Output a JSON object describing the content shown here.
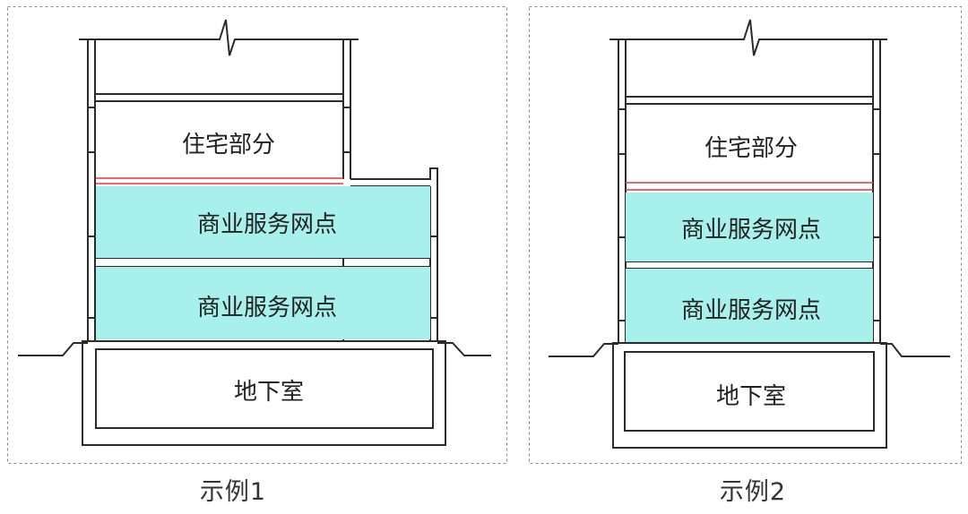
{
  "colors": {
    "wall": "#2b2b2b",
    "commercial_fill": "#a8f0ec",
    "fire_separation": "#e8373a",
    "frame": "#8a8a8a",
    "text": "#222222"
  },
  "diagrams": [
    {
      "labels": {
        "residential": "住宅部分",
        "commercial_upper": "商业服务网点",
        "commercial_lower": "商业服务网点",
        "basement": "地下室"
      },
      "caption": "示例1"
    },
    {
      "labels": {
        "residential": "住宅部分",
        "commercial_upper": "商业服务网点",
        "commercial_lower": "商业服务网点",
        "basement": "地下室"
      },
      "caption": "示例2"
    }
  ]
}
